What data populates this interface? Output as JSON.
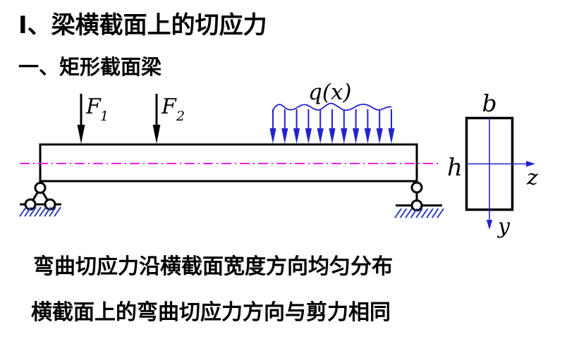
{
  "slide": {
    "title": "Ⅰ、梁横截面上的切应力",
    "subtitle": "一、矩形截面梁",
    "notes": {
      "line1": "弯曲切应力沿横截面宽度方向均匀分布",
      "line2": "横截面上的弯曲切应力方向与剪力相同"
    }
  },
  "beam_diagram": {
    "force1": {
      "symbol": "F",
      "subscript": "1"
    },
    "force2": {
      "symbol": "F",
      "subscript": "2"
    },
    "distributed_load": {
      "label": "q(x)",
      "arrow_count": 11
    },
    "supports": {
      "left": "pin-support",
      "right": "roller-support"
    }
  },
  "cross_section": {
    "width_label": "b",
    "height_label": "h",
    "horizontal_axis_label": "z",
    "vertical_axis_label": "y"
  },
  "colors": {
    "ink": "#000000",
    "load_blue": "#2323cd",
    "hatch_blue": "#3344bb",
    "centerline_magenta": "#ee22ee",
    "background": "#ffffff"
  }
}
